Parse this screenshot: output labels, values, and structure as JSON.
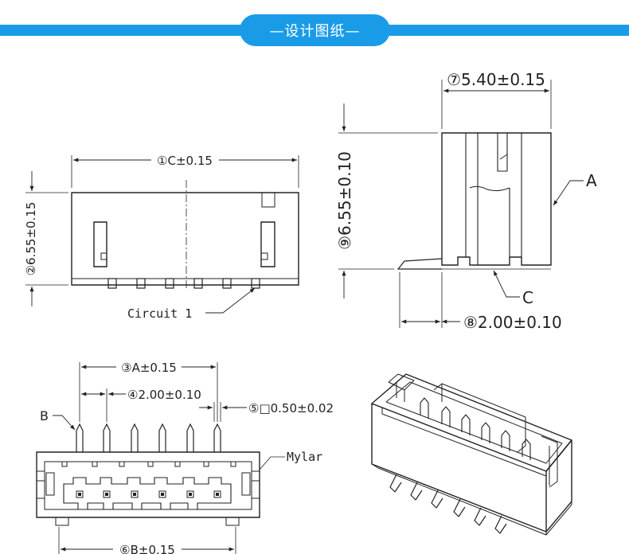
{
  "banner": {
    "title": "—设计图纸—"
  },
  "front_view": {
    "dim_top": "①C±0.15",
    "dim_left": "②6.55±0.15",
    "callout": "Circuit 1"
  },
  "side_view": {
    "dim_top": "⑦5.40±0.15",
    "dim_left": "⑨6.55±0.10",
    "dim_bottom": "⑧2.00±0.10",
    "label_a": "A",
    "label_c": "C"
  },
  "top_view": {
    "dim_a": "③A±0.15",
    "dim_pitch": "④2.00±0.10",
    "dim_pin": "⑤□0.50±0.02",
    "dim_b": "⑥B±0.15",
    "label_b": "B",
    "label_mylar": "Mylar"
  },
  "colors": {
    "banner": "#1a9be8",
    "line": "#222222"
  }
}
